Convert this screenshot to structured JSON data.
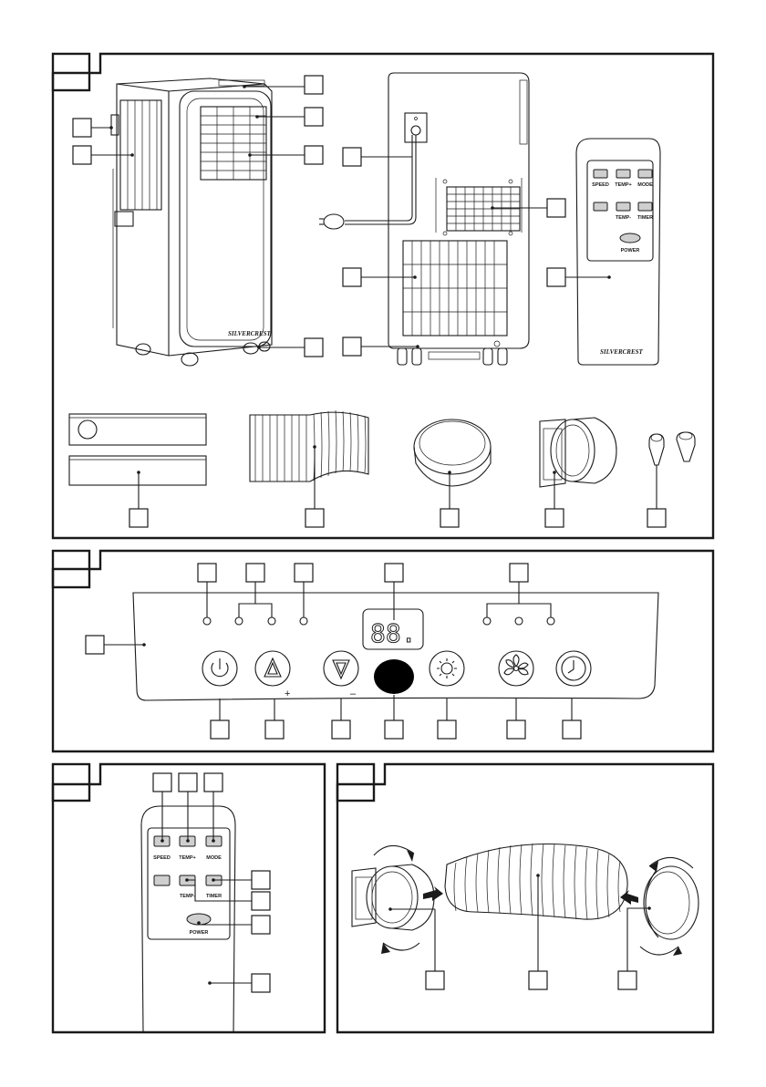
{
  "remote_labels": {
    "speed": "SPEED",
    "temp_plus": "TEMP+",
    "mode": "MODE",
    "temp_minus": "TEMP-",
    "timer": "TIMER",
    "power": "POWER"
  },
  "brand": "SILVERCREST",
  "display_text": "88.",
  "control_signs": {
    "plus": "+",
    "minus": "–"
  }
}
